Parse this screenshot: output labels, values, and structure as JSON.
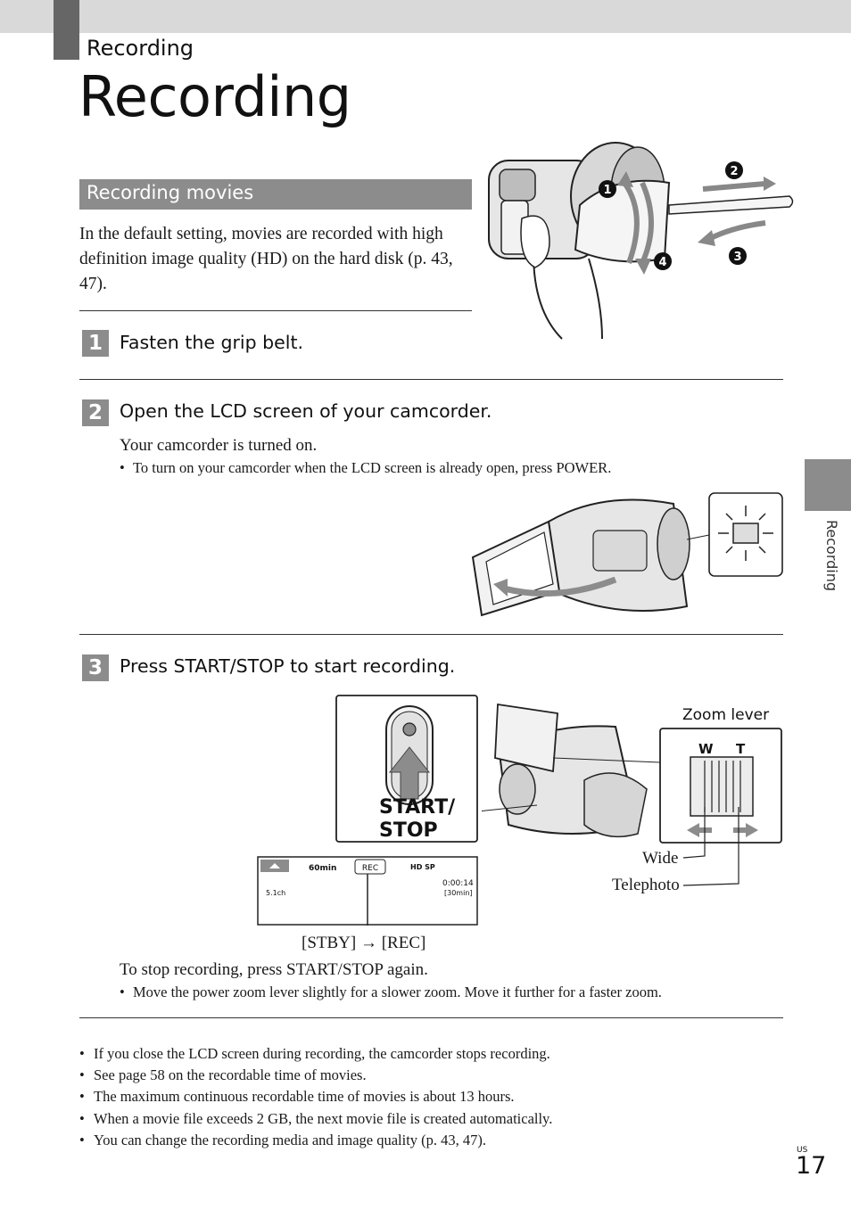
{
  "header": {
    "section": "Recording"
  },
  "page_title": "Recording",
  "subsection": {
    "title": "Recording movies",
    "intro": "In the default setting, movies are recorded with high definition image quality (HD) on the hard disk (p. 43, 47)."
  },
  "steps": [
    {
      "number": "1",
      "text": "Fasten the grip belt."
    },
    {
      "number": "2",
      "text": "Open the LCD screen of your camcorder.",
      "detail": "Your camcorder is turned on.",
      "note": "To turn on your camcorder when the LCD screen is already open, press POWER."
    },
    {
      "number": "3",
      "text": "Press START/STOP to start recording.",
      "detail": "To stop recording, press START/STOP again.",
      "note": "Move the power zoom lever slightly for a slower zoom. Move it further for a faster zoom."
    }
  ],
  "grip_markers": [
    "1",
    "2",
    "3",
    "4"
  ],
  "illustration_labels": {
    "start_stop_line1": "START/",
    "start_stop_line2": "STOP",
    "zoom_lever": "Zoom lever",
    "zoom_w": "W",
    "zoom_t": "T",
    "wide": "Wide",
    "telephoto": "Telephoto",
    "stby_rec": "[STBY] → [REC]"
  },
  "lcd_readout": {
    "remaining": "60min",
    "rec": "REC",
    "quality": "HD SP",
    "audio": "5.1ch",
    "time": "0:00:14",
    "time_left": "[30min]"
  },
  "notes": [
    "If you close the LCD screen during recording, the camcorder stops recording.",
    "See page 58 on the recordable time of movies.",
    "The maximum continuous recordable time of movies is about 13 hours.",
    "When a movie file exceeds 2 GB, the next movie file is created automatically.",
    "You can change the recording media and image quality (p. 43, 47)."
  ],
  "side_tab": "Recording",
  "page_number": "17",
  "page_region": "US",
  "colors": {
    "band": "#d9d9d9",
    "tab": "#666666",
    "heading_bar": "#8c8c8c"
  }
}
